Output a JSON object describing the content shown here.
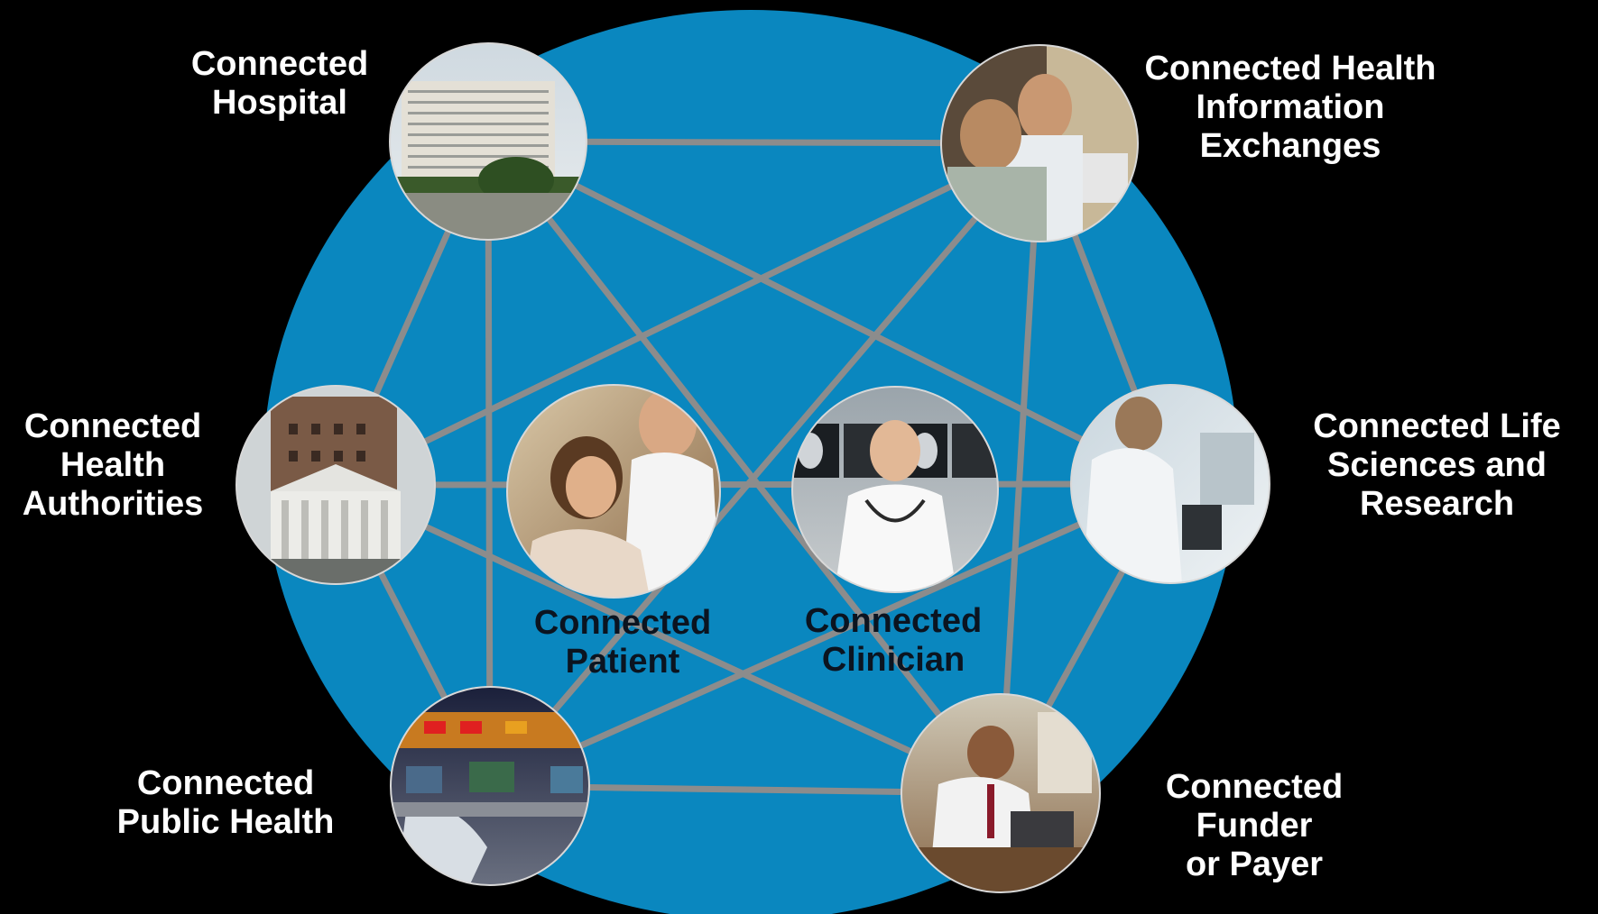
{
  "colors": {
    "background": "#000000",
    "network_circle": "#0a87bf",
    "connector": "#8c8c8c",
    "node_border": "#d8d8d8",
    "label_light": "#ffffff",
    "label_dark": "#0b1420"
  },
  "hub": {
    "name": "network-circle"
  },
  "nodes": [
    {
      "id": "hospital",
      "label": "Connected\nHospital",
      "icon": "hospital-building-photo"
    },
    {
      "id": "hie",
      "label": "Connected Health\nInformation\nExchanges",
      "icon": "clinicians-at-computer-photo"
    },
    {
      "id": "life-sciences",
      "label": "Connected Life\nSciences and\nResearch",
      "icon": "researcher-microscope-photo"
    },
    {
      "id": "funder",
      "label": "Connected\nFunder\nor Payer",
      "icon": "businessman-laptop-photo"
    },
    {
      "id": "public-health",
      "label": "Connected\nPublic Health",
      "icon": "control-room-photo"
    },
    {
      "id": "authorities",
      "label": "Connected\nHealth\nAuthorities",
      "icon": "government-building-photo"
    },
    {
      "id": "patient",
      "label": "Connected\nPatient",
      "icon": "patient-with-doctor-photo"
    },
    {
      "id": "clinician",
      "label": "Connected\nClinician",
      "icon": "clinician-with-stethoscope-photo"
    }
  ]
}
